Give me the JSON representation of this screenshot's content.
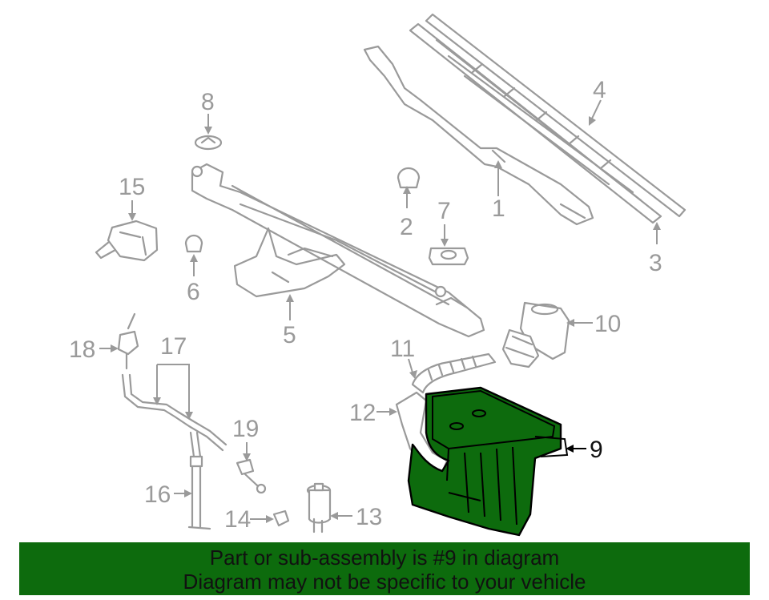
{
  "callouts": [
    {
      "id": "1",
      "label": "1"
    },
    {
      "id": "2",
      "label": "2"
    },
    {
      "id": "3",
      "label": "3"
    },
    {
      "id": "4",
      "label": "4"
    },
    {
      "id": "5",
      "label": "5"
    },
    {
      "id": "6",
      "label": "6"
    },
    {
      "id": "7",
      "label": "7"
    },
    {
      "id": "8",
      "label": "8"
    },
    {
      "id": "9",
      "label": "9"
    },
    {
      "id": "10",
      "label": "10"
    },
    {
      "id": "11",
      "label": "11"
    },
    {
      "id": "12",
      "label": "12"
    },
    {
      "id": "13",
      "label": "13"
    },
    {
      "id": "14",
      "label": "14"
    },
    {
      "id": "15",
      "label": "15"
    },
    {
      "id": "16",
      "label": "16"
    },
    {
      "id": "17",
      "label": "17"
    },
    {
      "id": "18",
      "label": "18"
    },
    {
      "id": "19",
      "label": "19"
    }
  ],
  "highlighted_part": "9",
  "colors": {
    "highlight": "#0d6b0d",
    "line_art": "#9a9a9a",
    "banner_bg": "#0d6b0d",
    "banner_text": "#111111"
  },
  "banner": {
    "line1": "Part or sub-assembly is #9 in diagram",
    "line2": "Diagram may not be specific to your vehicle"
  }
}
